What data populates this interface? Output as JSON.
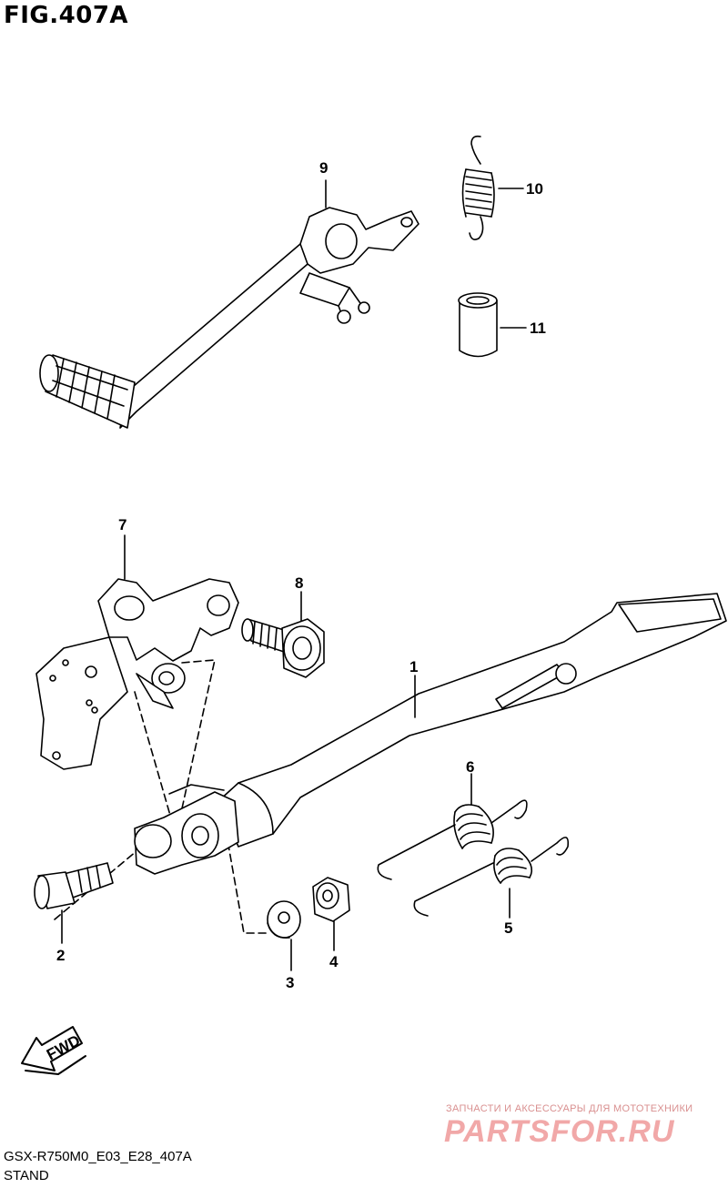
{
  "figure": {
    "title": "FIG.407A"
  },
  "footer": {
    "code": "GSX-R750M0_E03_E28_407A",
    "name": "STAND"
  },
  "direction_marker": {
    "label": "FWD",
    "icon": "fwd-arrow-icon"
  },
  "watermark": {
    "caption": "ЗАПЧАСТИ И АКСЕССУАРЫ ДЛЯ МОТОТЕХНИКИ",
    "logo": "PARTSFOR.RU",
    "color": "#f1a8a8"
  },
  "callouts": {
    "c1": "1",
    "c2": "2",
    "c3": "3",
    "c4": "4",
    "c5": "5",
    "c6": "6",
    "c7": "7",
    "c8": "8",
    "c9": "9",
    "c10": "10",
    "c11": "11"
  }
}
